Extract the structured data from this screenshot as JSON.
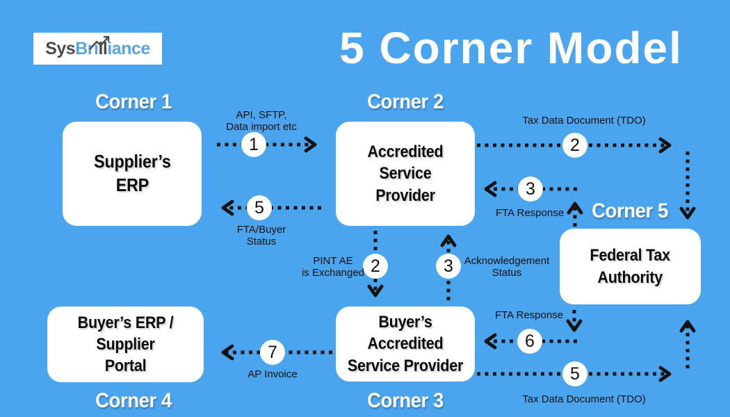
{
  "title": "5 Corner Model",
  "logo": {
    "part1": "Sys",
    "part2": "Bri",
    "part3": "ll",
    "part4": "iance"
  },
  "corners": [
    "Corner 1",
    "Corner 2",
    "Corner 3",
    "Corner 4",
    "Corner 5"
  ],
  "nodes": {
    "supplier_erp": "Supplier’s\nERP",
    "accredited_sp": "Accredited Service\nProvider",
    "federal_tax": "Federal Tax\nAuthority",
    "buyer_erp": "Buyer’s ERP / Supplier\nPortal",
    "buyer_asp": "Buyer’s Accredited\nService Provider"
  },
  "flows": [
    {
      "step": "1",
      "label": "API, SFTP,\nData import etc"
    },
    {
      "step": "2",
      "label": "Tax Data Document (TDO)"
    },
    {
      "step": "3",
      "label": "FTA Response"
    },
    {
      "step": "5",
      "label": "FTA/Buyer\nStatus"
    },
    {
      "step": "2",
      "label": "PINT AE\nis Exchanged"
    },
    {
      "step": "3",
      "label": "Acknowledgement\nStatus"
    },
    {
      "step": "6",
      "label": "FTA Response"
    },
    {
      "step": "7",
      "label": "AP Invoice"
    },
    {
      "step": "5",
      "label": "Tax Data Document (TDO)"
    }
  ],
  "colors": {
    "background": "#4BA4EE",
    "box_fill": "#FFFFFF",
    "line_color": "#131313",
    "label_text": "#101010",
    "corner_text": "#FFFFFF",
    "logo_sys": "#4B4B4D",
    "logo_brilliance": "#59A3E9"
  }
}
